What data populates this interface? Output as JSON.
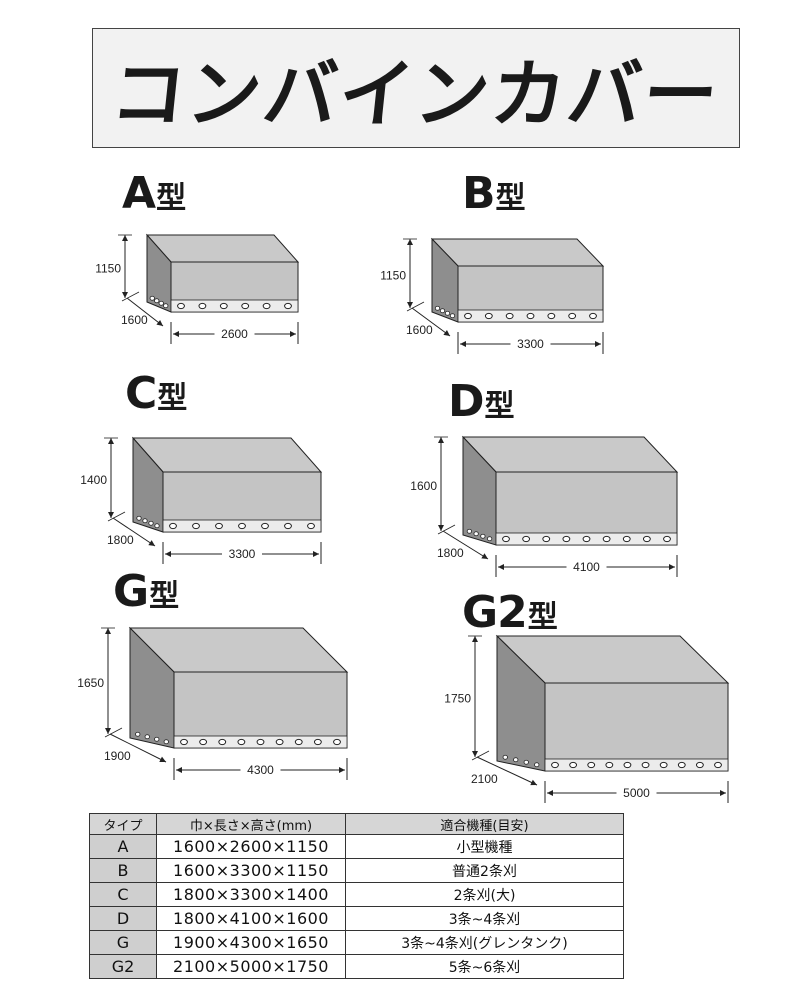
{
  "title": "コンバインカバー",
  "diagrams": [
    {
      "type_letter": "A",
      "type_suffix": "型",
      "width": "1600",
      "length": "2600",
      "height": "1150"
    },
    {
      "type_letter": "B",
      "type_suffix": "型",
      "width": "1600",
      "length": "3300",
      "height": "1150"
    },
    {
      "type_letter": "C",
      "type_suffix": "型",
      "width": "1800",
      "length": "3300",
      "height": "1400"
    },
    {
      "type_letter": "D",
      "type_suffix": "型",
      "width": "1800",
      "length": "4100",
      "height": "1600"
    },
    {
      "type_letter": "G",
      "type_suffix": "型",
      "width": "1900",
      "length": "4300",
      "height": "1650"
    },
    {
      "type_letter": "G2",
      "type_suffix": "型",
      "width": "2100",
      "length": "5000",
      "height": "1750"
    }
  ],
  "table": {
    "headers": [
      "タイプ",
      "巾×長さ×高さ(mm)",
      "適合機種(目安)"
    ],
    "rows": [
      {
        "type": "A",
        "size": "1600×2600×1150",
        "model": "小型機種"
      },
      {
        "type": "B",
        "size": "1600×3300×1150",
        "model": "普通2条刈"
      },
      {
        "type": "C",
        "size": "1800×3300×1400",
        "model": "2条刈(大)"
      },
      {
        "type": "D",
        "size": "1800×4100×1600",
        "model": "3条~4条刈"
      },
      {
        "type": "G",
        "size": "1900×4300×1650",
        "model": "3条~4条刈(グレンタンク)"
      },
      {
        "type": "G2",
        "size": "2100×5000×1750",
        "model": "5条~6条刈"
      }
    ]
  }
}
